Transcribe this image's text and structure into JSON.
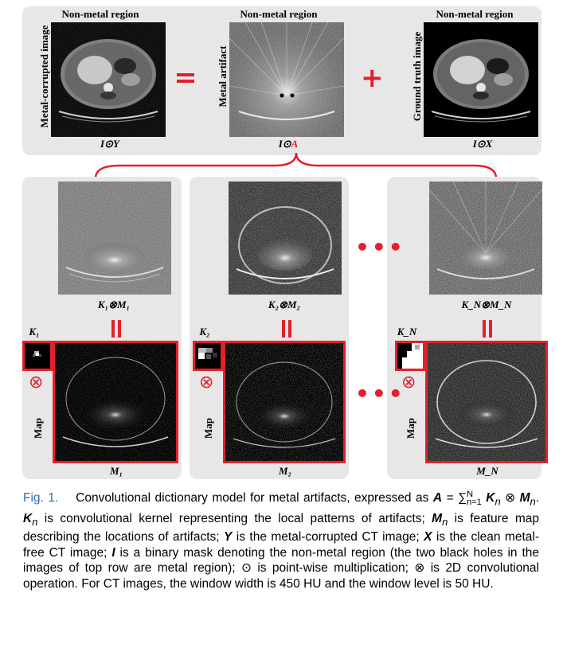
{
  "top_panel": {
    "left": {
      "header": "Non-metal region",
      "side_label": "Metal-corrupted image",
      "formula": "I⊙Y"
    },
    "operator_equals": "=",
    "middle": {
      "header": "Non-metal region",
      "side_label": "Metal artifact",
      "formula_prefix": "I⊙",
      "formula_symbol": "A"
    },
    "operator_plus": "+",
    "right": {
      "header": "Non-metal region",
      "side_label": "Ground truth image",
      "formula": "I⊙X"
    }
  },
  "bottom_panels": [
    {
      "product_label": "K₁⊗M₁",
      "kernel_label": "K₁",
      "map_label": "Map",
      "map_name": "M₁"
    },
    {
      "product_label": "K₂⊗M₂",
      "kernel_label": "K₂",
      "map_label": "Map",
      "map_name": "M₂"
    },
    {
      "product_label": "K_N⊗M_N",
      "kernel_label": "K_N",
      "map_label": "Map",
      "map_name": "M_N"
    }
  ],
  "ellipsis": "•••",
  "otimes_symbol": "⊗",
  "caption": {
    "fig_label": "Fig. 1.",
    "text_1": "Convolutional dictionary model for metal artifacts, expressed as ",
    "A": "A",
    "eq_mid": " = ∑",
    "sum_sup": "N",
    "sum_sub": "n=1",
    "Kn": "K",
    "sub_n": "n",
    "otimes": " ⊗ ",
    "Mn": "M",
    "text_2": ". ",
    "text_3": " is convolutional kernel representing the local patterns of artifacts; ",
    "text_4": " is feature map describing the locations of artifacts; ",
    "Y": "Y",
    "text_5": " is the metal-corrupted CT image; ",
    "X": "X",
    "text_6": " is the clean metal-free CT image; ",
    "I": "I",
    "text_7": " is a binary mask denoting the non-metal region (the two black holes in the images of top row are metal region); ⊙ is point-wise multiplication; ⊗ is 2D convolutional operation. For CT images, the window width is 450 HU and the window level is 50 HU."
  },
  "colors": {
    "accent_red": "#e4202b",
    "panel_gray": "#e7e7e7",
    "caption_blue": "#2f6fb2"
  }
}
